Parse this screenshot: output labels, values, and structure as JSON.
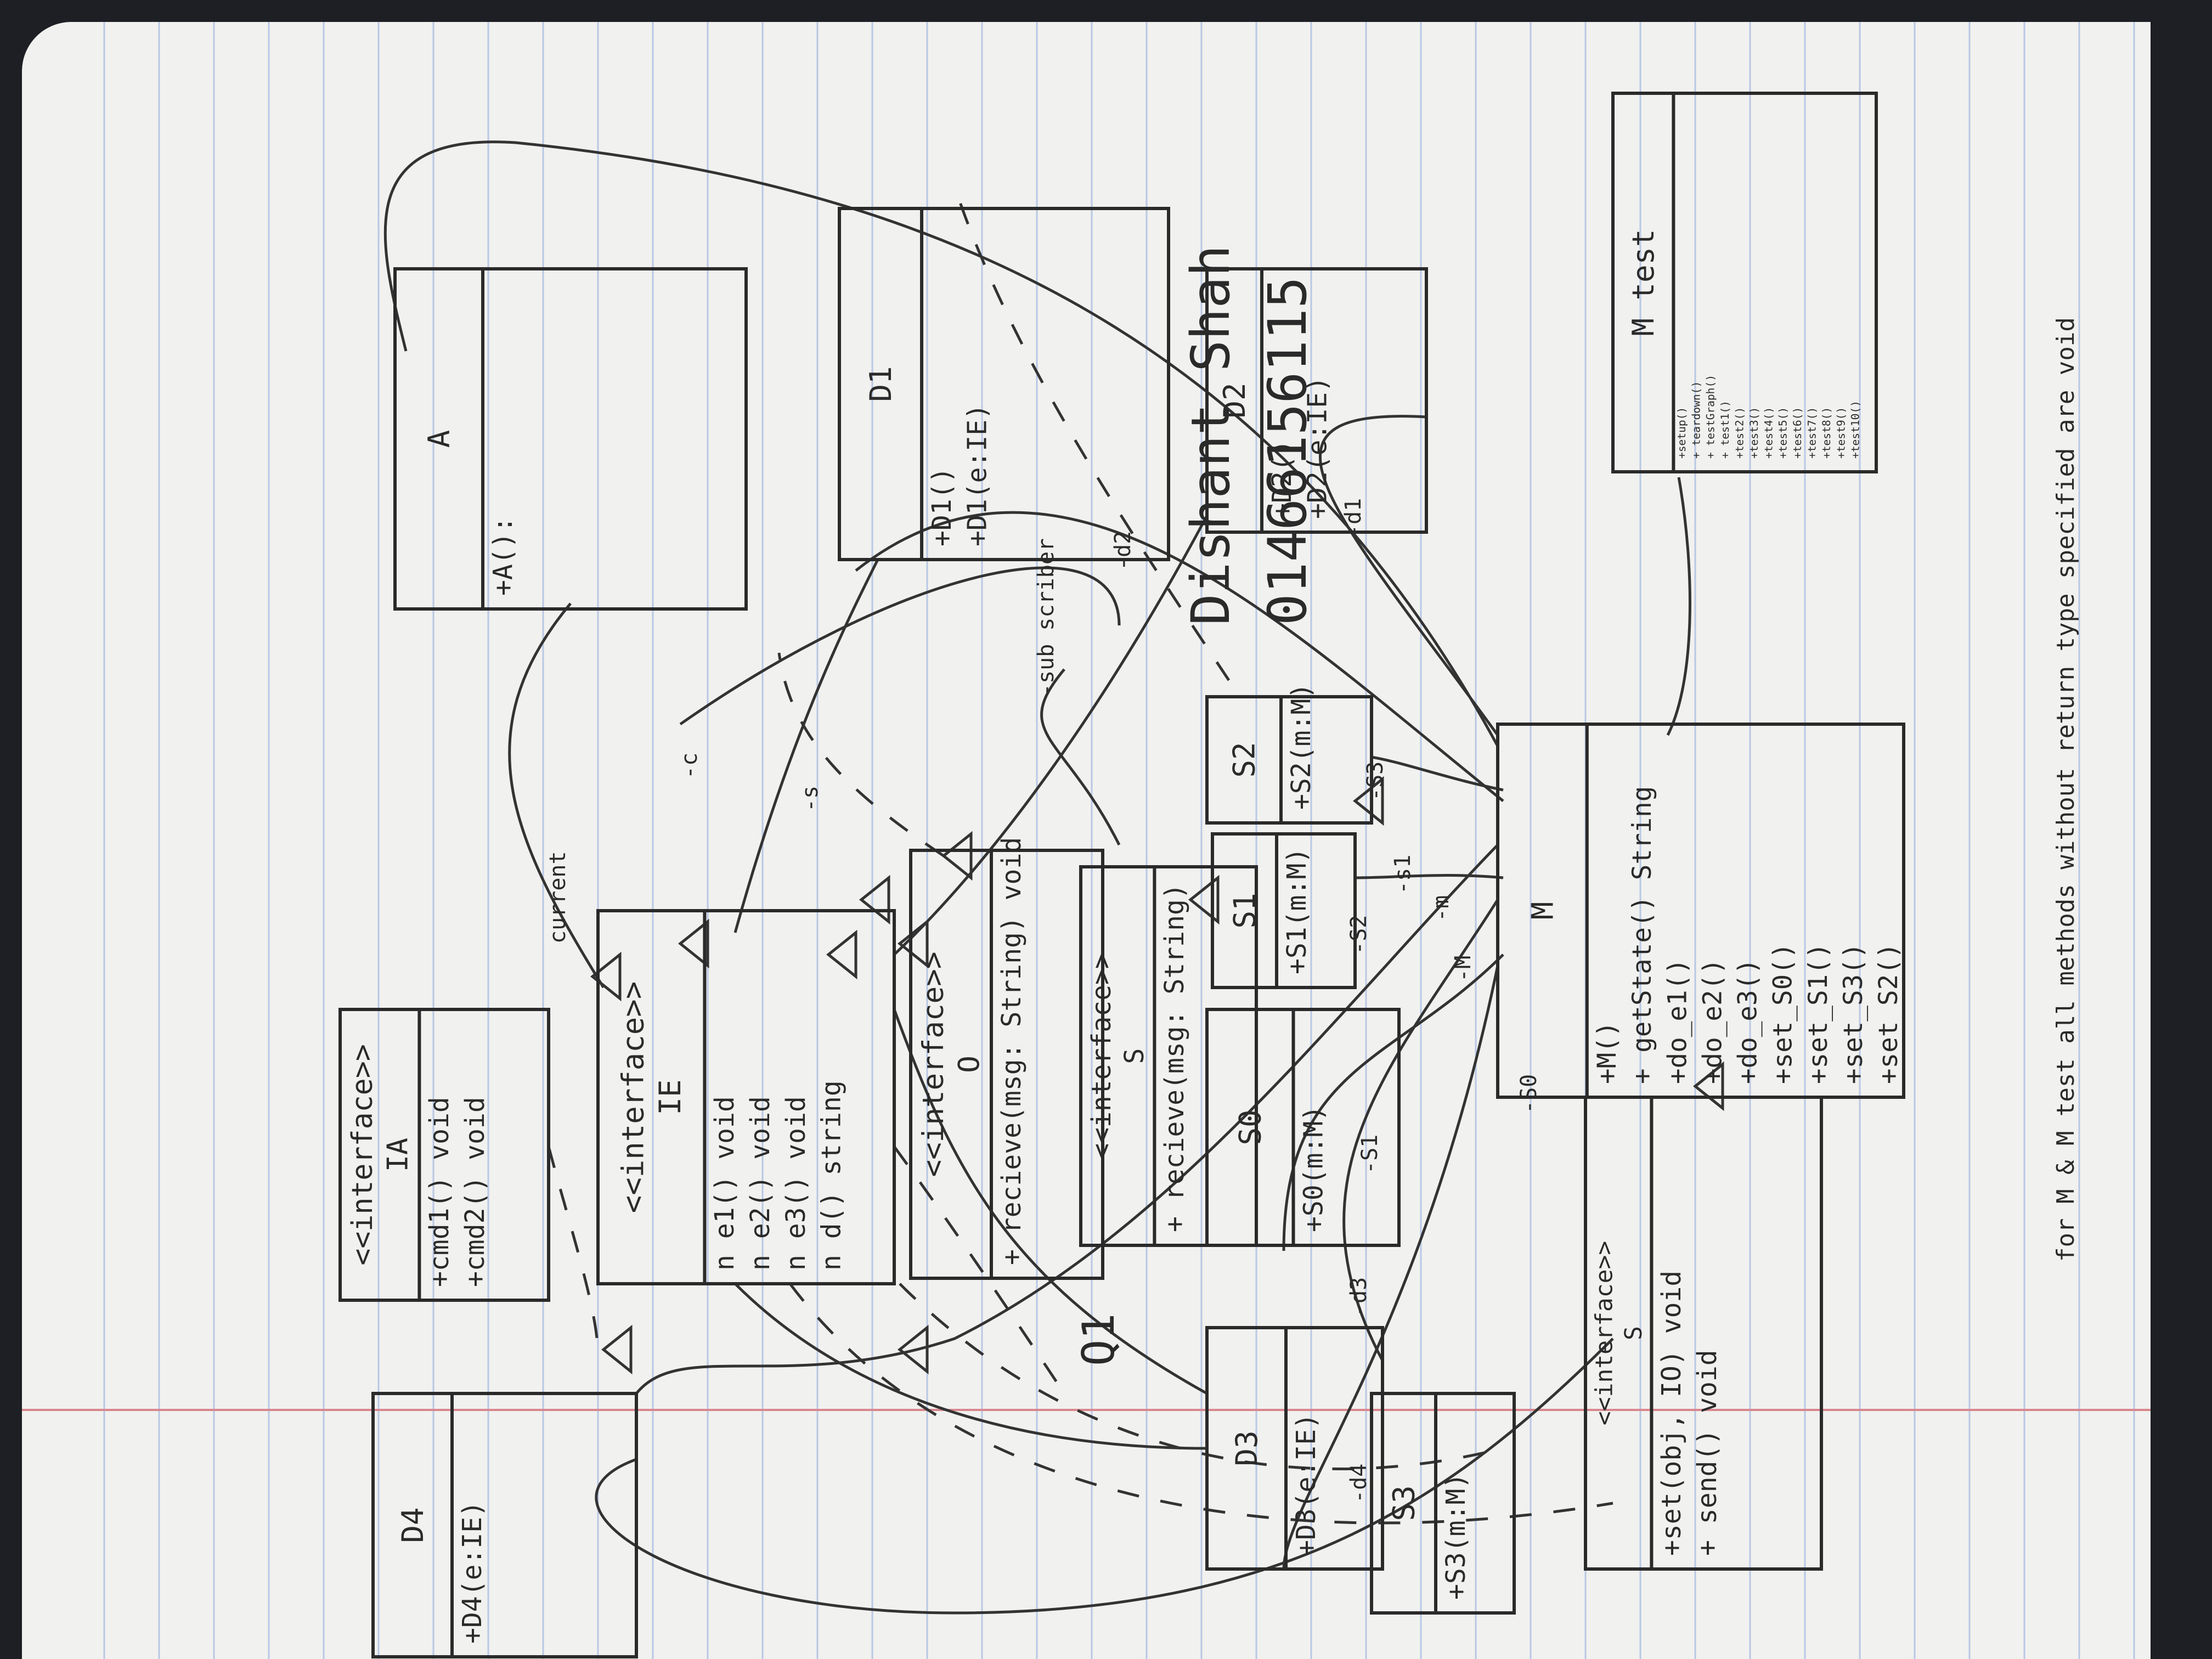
{
  "header": {
    "title": "Q1",
    "author": "Dishant Shah",
    "student_id": "01466156115"
  },
  "classes": [
    {
      "id": "IA",
      "stereotype": "<<interface>>",
      "name": "IA",
      "members": [
        "+cmd1() void",
        "+cmd2() void"
      ]
    },
    {
      "id": "IE",
      "stereotype": "<<interface>>",
      "name": "IE",
      "members": [
        "n e1() void",
        "n e2() void",
        "n e3() void",
        "n d() string"
      ]
    },
    {
      "id": "O",
      "stereotype": "<<interface>>",
      "name": "O",
      "members": [
        "+ recieve(msg: String) void"
      ]
    },
    {
      "id": "S_iface",
      "stereotype": "<<interface>>",
      "name": "S",
      "members": [
        "+ recieve(msg: String)"
      ]
    },
    {
      "id": "S_main",
      "stereotype": "<<interface>>",
      "name": "S",
      "members": [
        "+set(obj, IO) void",
        "+ send() void"
      ]
    },
    {
      "id": "A",
      "name": "A",
      "members": [
        "+A():"
      ]
    },
    {
      "id": "D1",
      "name": "D1",
      "members": [
        "+D1()",
        "+D1(e:IE)"
      ]
    },
    {
      "id": "D2",
      "name": "D2",
      "members": [
        "+D2()",
        "+D2(e:IE)"
      ]
    },
    {
      "id": "D3",
      "name": "D3",
      "members": [
        "+D3(e:IE)"
      ]
    },
    {
      "id": "D4",
      "name": "D4",
      "members": [
        "+D4(e:IE)"
      ]
    },
    {
      "id": "S0",
      "name": "S0",
      "members": [
        "+S0(m:M)"
      ]
    },
    {
      "id": "S1",
      "name": "S1",
      "members": [
        "+S1(m:M)"
      ]
    },
    {
      "id": "S2",
      "name": "S2",
      "members": [
        "+S2(m:M)"
      ]
    },
    {
      "id": "S3",
      "name": "S3",
      "members": [
        "+S3(m:M)"
      ]
    },
    {
      "id": "M",
      "name": "M",
      "members": [
        "+M()",
        "+ getState() String",
        "+do_e1()",
        "+do_e2()",
        "+do_e3()",
        "+set_S0()",
        "+set_S1()",
        "+set_S3()",
        "+set_S2()"
      ]
    },
    {
      "id": "Mtest",
      "name": "M test",
      "members": [
        "+setup()",
        "+ teardown()",
        "+ testGraph()",
        "+ test1()",
        "+test2()",
        "+test3()",
        "+test4()",
        "+test5()",
        "+test6()",
        "+test7()",
        "+test8()",
        "+test9()",
        "+test10()"
      ]
    }
  ],
  "labels": [
    "current",
    "-c",
    "-s",
    "-sub scriber",
    "-d2",
    "-d1",
    "-d3",
    "-d4",
    "-m",
    "-M",
    "-S0",
    "-S1",
    "-S2",
    "-S3",
    "-s1"
  ],
  "note": "for M & M test all methods without return type specified are void"
}
